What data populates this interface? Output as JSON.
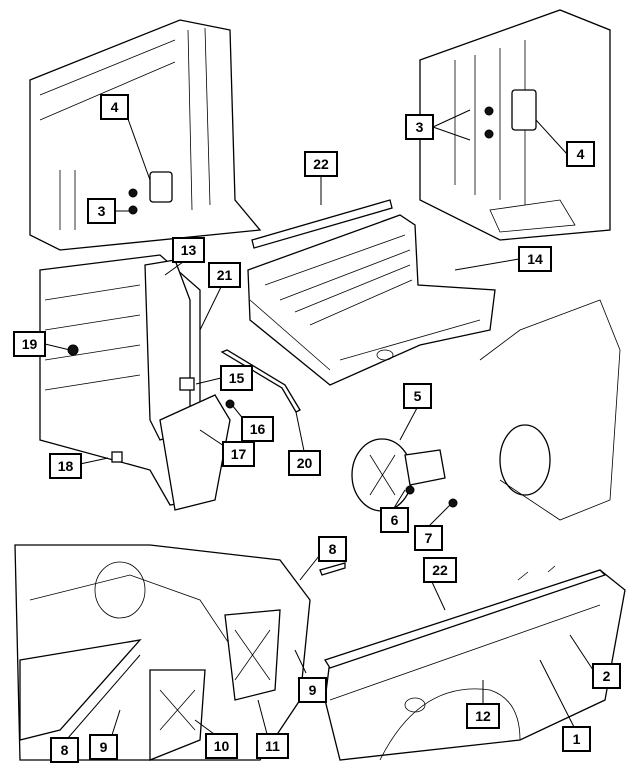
{
  "callouts": [
    {
      "id": "c4a",
      "label": "4"
    },
    {
      "id": "c3a",
      "label": "3"
    },
    {
      "id": "c3b",
      "label": "3"
    },
    {
      "id": "c4b",
      "label": "4"
    },
    {
      "id": "c22a",
      "label": "22"
    },
    {
      "id": "c14",
      "label": "14"
    },
    {
      "id": "c13",
      "label": "13"
    },
    {
      "id": "c21",
      "label": "21"
    },
    {
      "id": "c19",
      "label": "19"
    },
    {
      "id": "c15",
      "label": "15"
    },
    {
      "id": "c16",
      "label": "16"
    },
    {
      "id": "c17",
      "label": "17"
    },
    {
      "id": "c18",
      "label": "18"
    },
    {
      "id": "c20",
      "label": "20"
    },
    {
      "id": "c5",
      "label": "5"
    },
    {
      "id": "c6",
      "label": "6"
    },
    {
      "id": "c7",
      "label": "7"
    },
    {
      "id": "c8a",
      "label": "8"
    },
    {
      "id": "c22b",
      "label": "22"
    },
    {
      "id": "c9a",
      "label": "9"
    },
    {
      "id": "c2",
      "label": "2"
    },
    {
      "id": "c12",
      "label": "12"
    },
    {
      "id": "c1",
      "label": "1"
    },
    {
      "id": "c8b",
      "label": "8"
    },
    {
      "id": "c9b",
      "label": "9"
    },
    {
      "id": "c10",
      "label": "10"
    },
    {
      "id": "c11",
      "label": "11"
    }
  ]
}
